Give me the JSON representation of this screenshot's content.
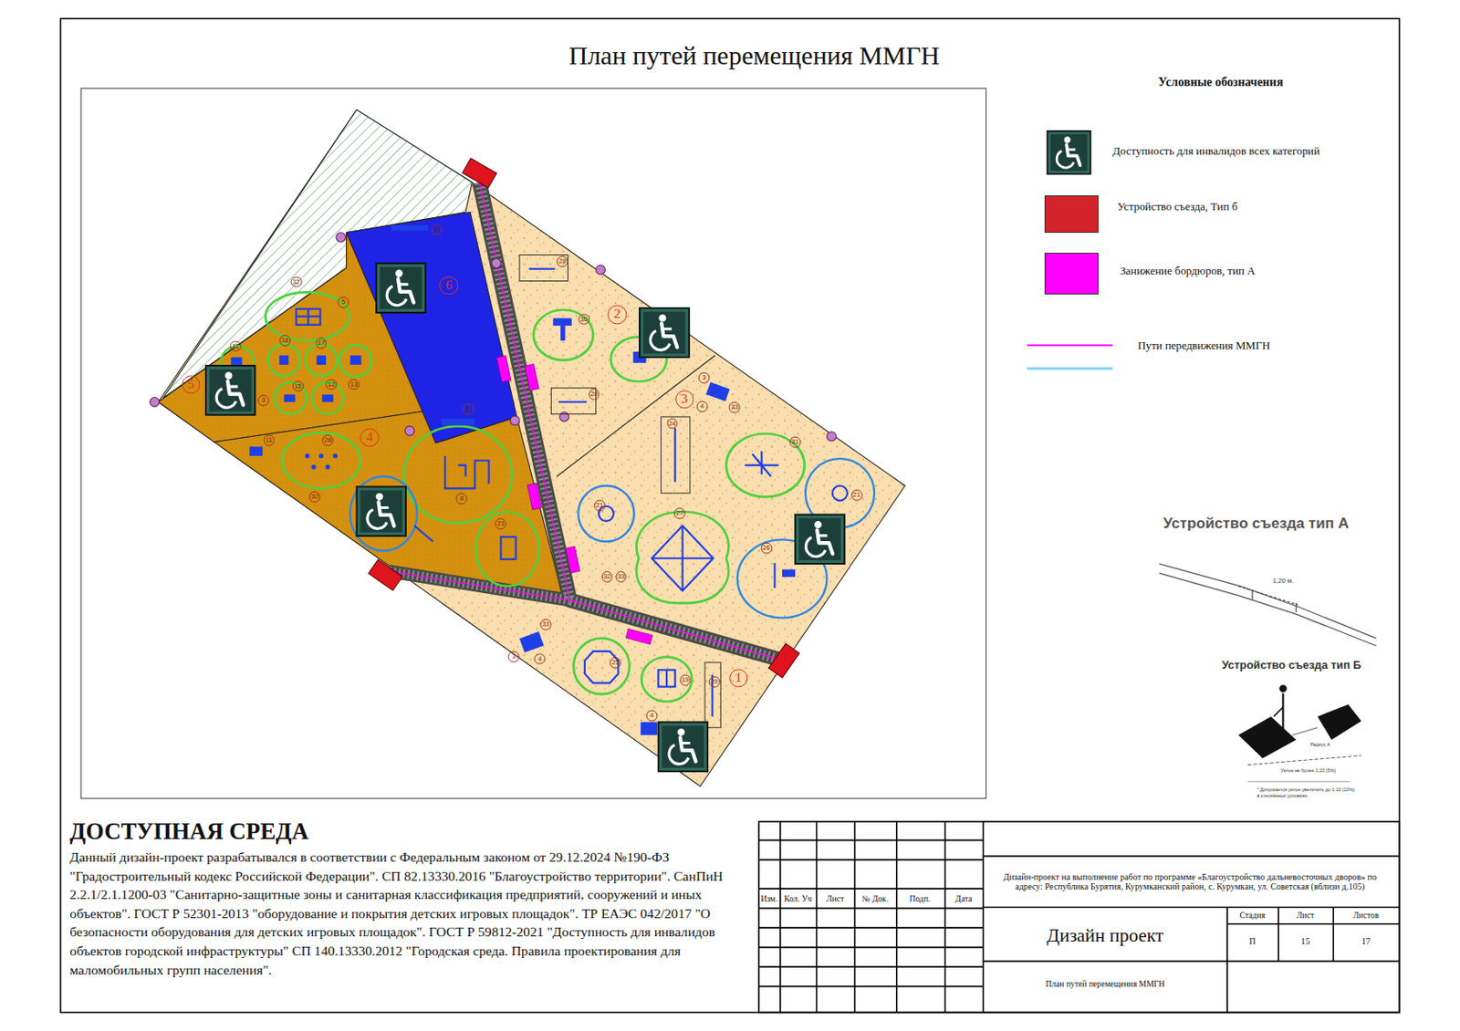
{
  "diagram": {
    "title": "План путей перемещения ММГН",
    "labels": [
      "Условные обозначения",
      "Устройство съезда тип А",
      "1,20 м.",
      "Устройство съезда тип Б",
      "Радиус А",
      "Уклон не более 1:20 (5%)",
      "* Допускается уклон увеличить до 1:10 (10%) в стеснённых условиях.",
      "ДОСТУПНАЯ СРЕДА",
      "Данный дизайн-проект разрабатывался в соответствии с Федеральным законом от 29.12.2024 №190-ФЗ \"Градостроительный кодекс Российской Федерации\". СП 82.13330.2016 \"Благоустройство территории\". СанПиН 2.2.1/2.1.1200-03 \"Санитарно-защитные зоны и санитарная классификация предприятий, сооружений и иных объектов\". ГОСТ Р 52301-2013 \"оборудование и покрытия детских игровых площадок\". ТР ЕАЭС 042/2017 \"О безопасности оборудования для детских игровых площадок\". ГОСТ Р 59812-2021 \"Доступность для инвалидов объектов городской инфраструктуры\" СП 140.13330.2012 \"Городская среда. Правила проектирования для маломобильных групп населения\".",
      "Изм.",
      "Кол. Уч",
      "Лист",
      "№ Док.",
      "Подп.",
      "Дата",
      "Дизайн-проект на выполнение работ по программе «Благоустройство дальневосточных дворов» по адресу: Республика Бурятия, Курумканский район, с. Курумкан, ул. Советская (вблизи д.105)",
      "Дизайн проект",
      "Стадия",
      "Лист",
      "Листов",
      "П",
      "15",
      "17",
      "План путей перемещения ММГН",
      "1",
      "2",
      "3",
      "4",
      "5",
      "6",
      "1",
      "32",
      "5",
      "11",
      "18",
      "17",
      "13",
      "15",
      "12",
      "3",
      "1",
      "11",
      "28",
      "8",
      "32",
      "21",
      "28",
      "30",
      "20",
      "3",
      "4",
      "33",
      "24",
      "31",
      "21",
      "21",
      "27",
      "26",
      "32",
      "33",
      "33",
      "3",
      "4",
      "25",
      "19",
      "29",
      "4"
    ],
    "legend": [
      {
        "text": "Доступность для инвалидов всех категорий"
      },
      {
        "text": "Устройство съезда, Тип б",
        "color": "#d2232a"
      },
      {
        "text": "Занижение бордюров, тип А",
        "color": "#ff00ff"
      },
      {
        "text": "Пути передвижения ММГН"
      }
    ]
  }
}
